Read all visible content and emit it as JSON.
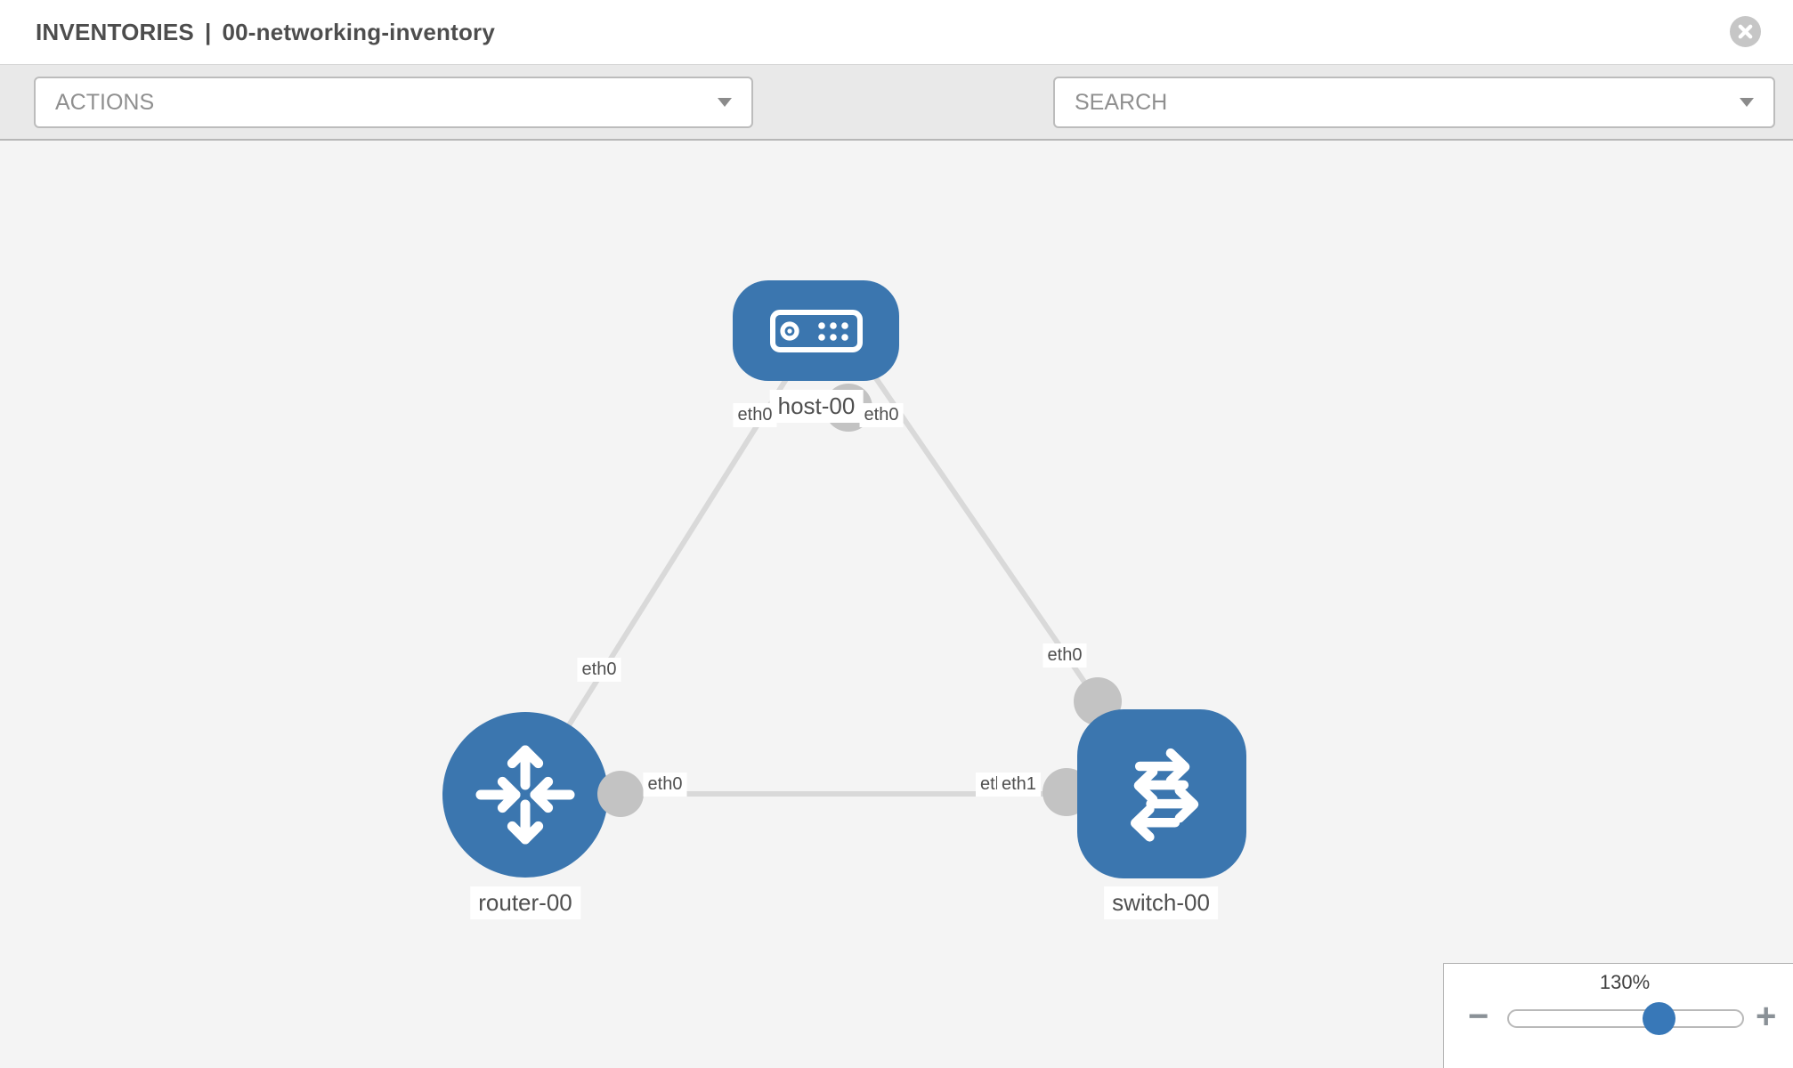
{
  "header": {
    "section": "INVENTORIES",
    "separator": "|",
    "title": "00-networking-inventory"
  },
  "toolbar": {
    "actions_label": "ACTIONS",
    "search_placeholder": "SEARCH"
  },
  "topology": {
    "nodes": [
      {
        "label": "host-00",
        "type": "host"
      },
      {
        "label": "router-00",
        "type": "router"
      },
      {
        "label": "switch-00",
        "type": "switch"
      }
    ],
    "links": [
      {
        "from": "host-00",
        "to": "router-00",
        "from_interface": "eth0",
        "to_interface": "eth0"
      },
      {
        "from": "host-00",
        "to": "switch-00",
        "from_interface": "eth0",
        "to_interface": "eth0"
      },
      {
        "from": "router-00",
        "to": "switch-00",
        "from_interface": "eth0",
        "to_interface": "eth1"
      }
    ],
    "interface_labels": {
      "host_left": "eth0",
      "host_right": "eth0",
      "host_router_mid": "eth0",
      "host_switch_mid": "eth0",
      "router_switch_left": "eth0",
      "router_switch_right_back": "eth0",
      "router_switch_right_front": "eth1"
    }
  },
  "zoom": {
    "level": "130%",
    "minus": "−",
    "plus": "+"
  },
  "colors": {
    "node_fill": "#3b76af",
    "link": "#d9d9d9",
    "interface_dot": "#c3c3c3",
    "slider_knob": "#3878b8",
    "toolbar_bg": "#e9e9e9",
    "canvas_bg": "#f4f4f4"
  }
}
